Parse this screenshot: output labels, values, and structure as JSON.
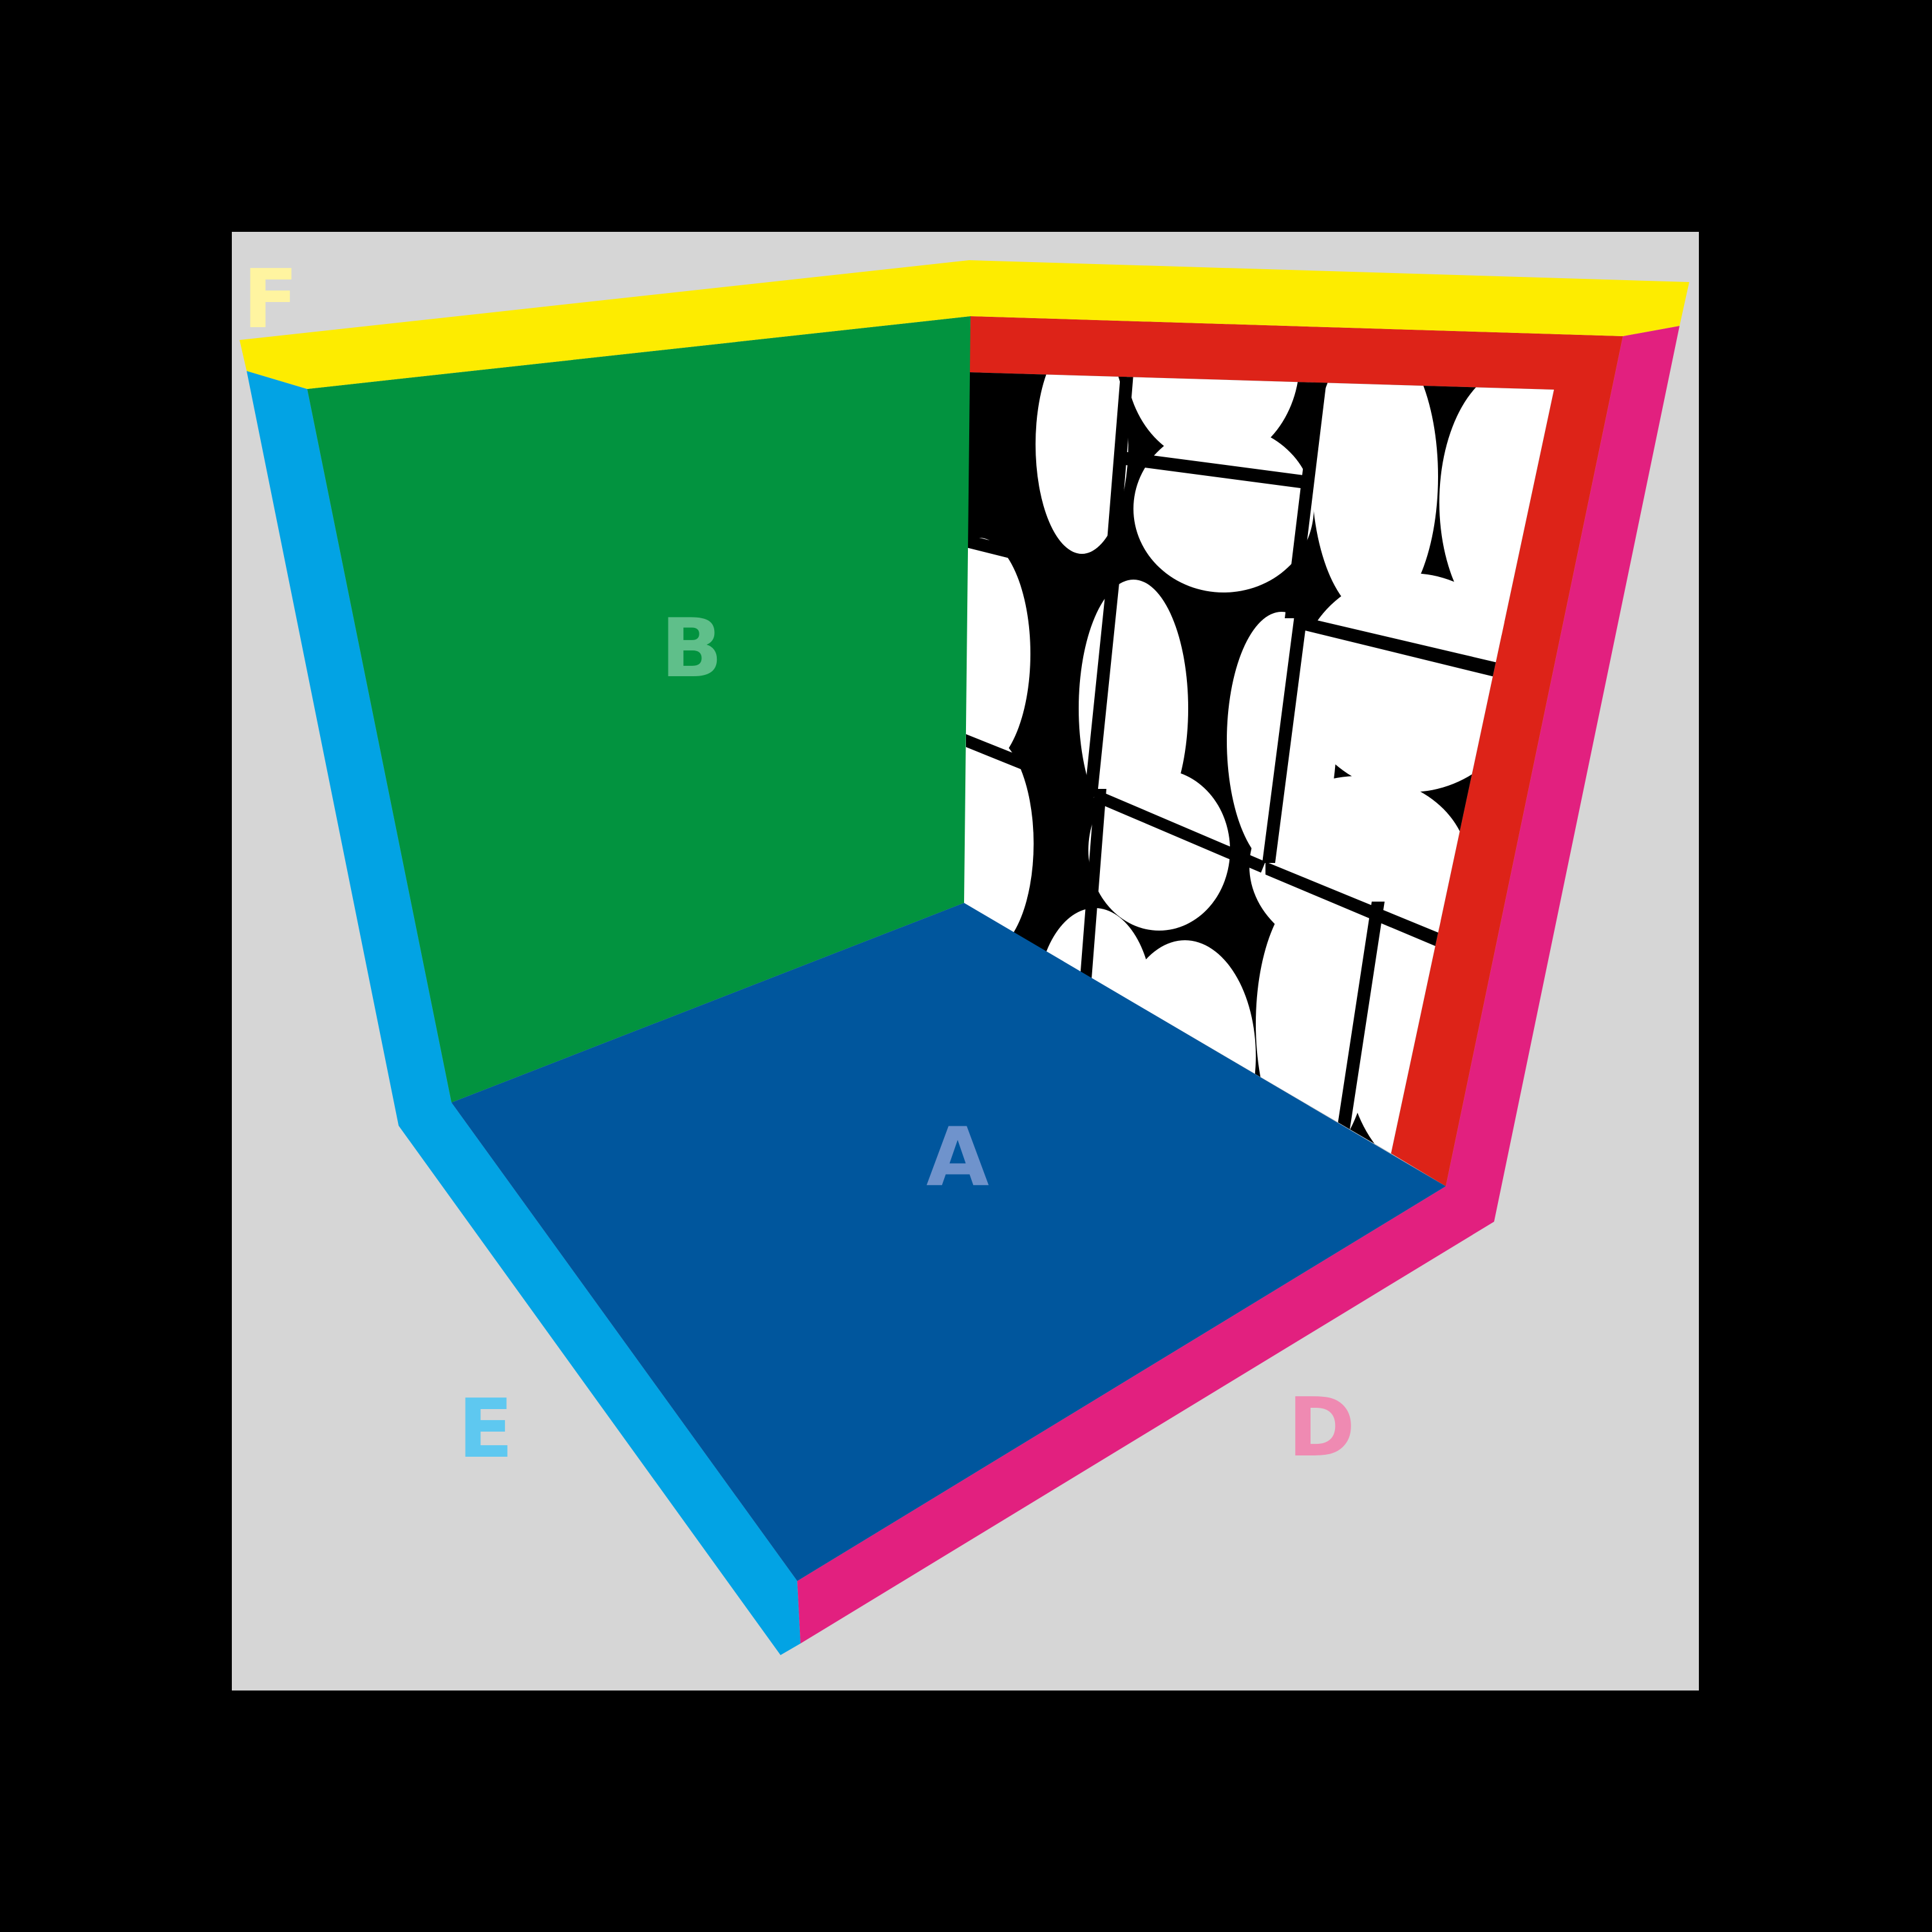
{
  "colors": {
    "page_bg": "#000000",
    "panel_bg": "#d6d6d6",
    "floor_a": "#00569d",
    "wall_b": "#02933f",
    "wall_c_band": "#dd2318",
    "edge_d": "#e2207f",
    "edge_e": "#02a3e4",
    "rim_f": "#fdec00",
    "pattern_dark": "#000000",
    "pattern_light": "#ffffff"
  },
  "labels": {
    "a": {
      "text": "A",
      "color": "#6f93cc"
    },
    "b": {
      "text": "B",
      "color": "#5fbf8a"
    },
    "d": {
      "text": "D",
      "color": "#ef8ab2"
    },
    "e": {
      "text": "E",
      "color": "#5ec8f0"
    },
    "f": {
      "text": "F",
      "color": "#fff4a0"
    }
  }
}
